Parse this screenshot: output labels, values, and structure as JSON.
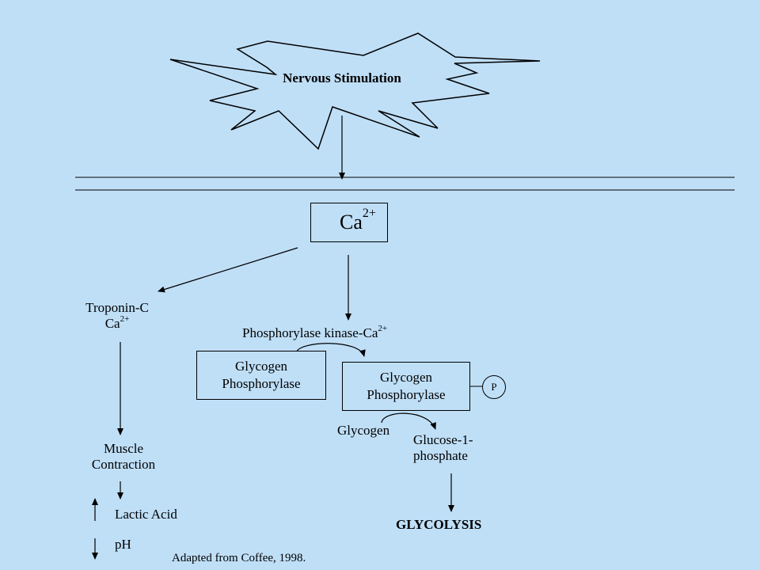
{
  "stimulus": {
    "label": "Nervous Stimulation"
  },
  "calcium": {
    "label": "Ca",
    "charge": "2+"
  },
  "troponin": {
    "line1": "Troponin-C",
    "ion": "Ca",
    "charge": "2+"
  },
  "kinase": {
    "label": "Phosphorylase kinase-Ca",
    "charge": "2+"
  },
  "phosphorylase_a": {
    "line1": "Glycogen",
    "line2": "Phosphorylase"
  },
  "phosphorylase_b": {
    "line1": "Glycogen",
    "line2": "Phosphorylase"
  },
  "phosphate": {
    "label": "P"
  },
  "glycogen": {
    "label": "Glycogen"
  },
  "glucose": {
    "line1": "Glucose-1-",
    "line2": "phosphate"
  },
  "glycolysis": {
    "label": "GLYCOLYSIS"
  },
  "muscle": {
    "line1": "Muscle",
    "line2": "Contraction"
  },
  "lactic": {
    "label": "Lactic Acid"
  },
  "ph": {
    "label": "pH"
  },
  "citation": {
    "label": "Adapted from Coffee, 1998."
  }
}
